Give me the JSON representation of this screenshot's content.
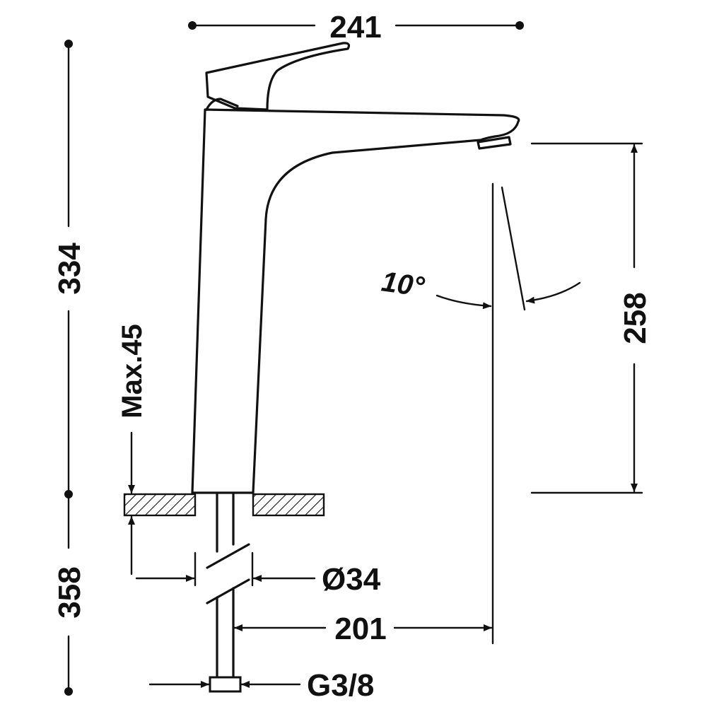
{
  "drawing": {
    "product": "single-lever basin mixer (tall)",
    "line_color": "#111111",
    "background": "#ffffff"
  },
  "dimensions": {
    "overall_width": "241",
    "overall_height": "334",
    "spout_height": "258",
    "spout_reach": "201",
    "under_counter_length": "358",
    "body_diameter": "Ø34",
    "max_counter_thickness": "Max.45",
    "connection_thread": "G3/8",
    "spout_angle": "10°"
  }
}
